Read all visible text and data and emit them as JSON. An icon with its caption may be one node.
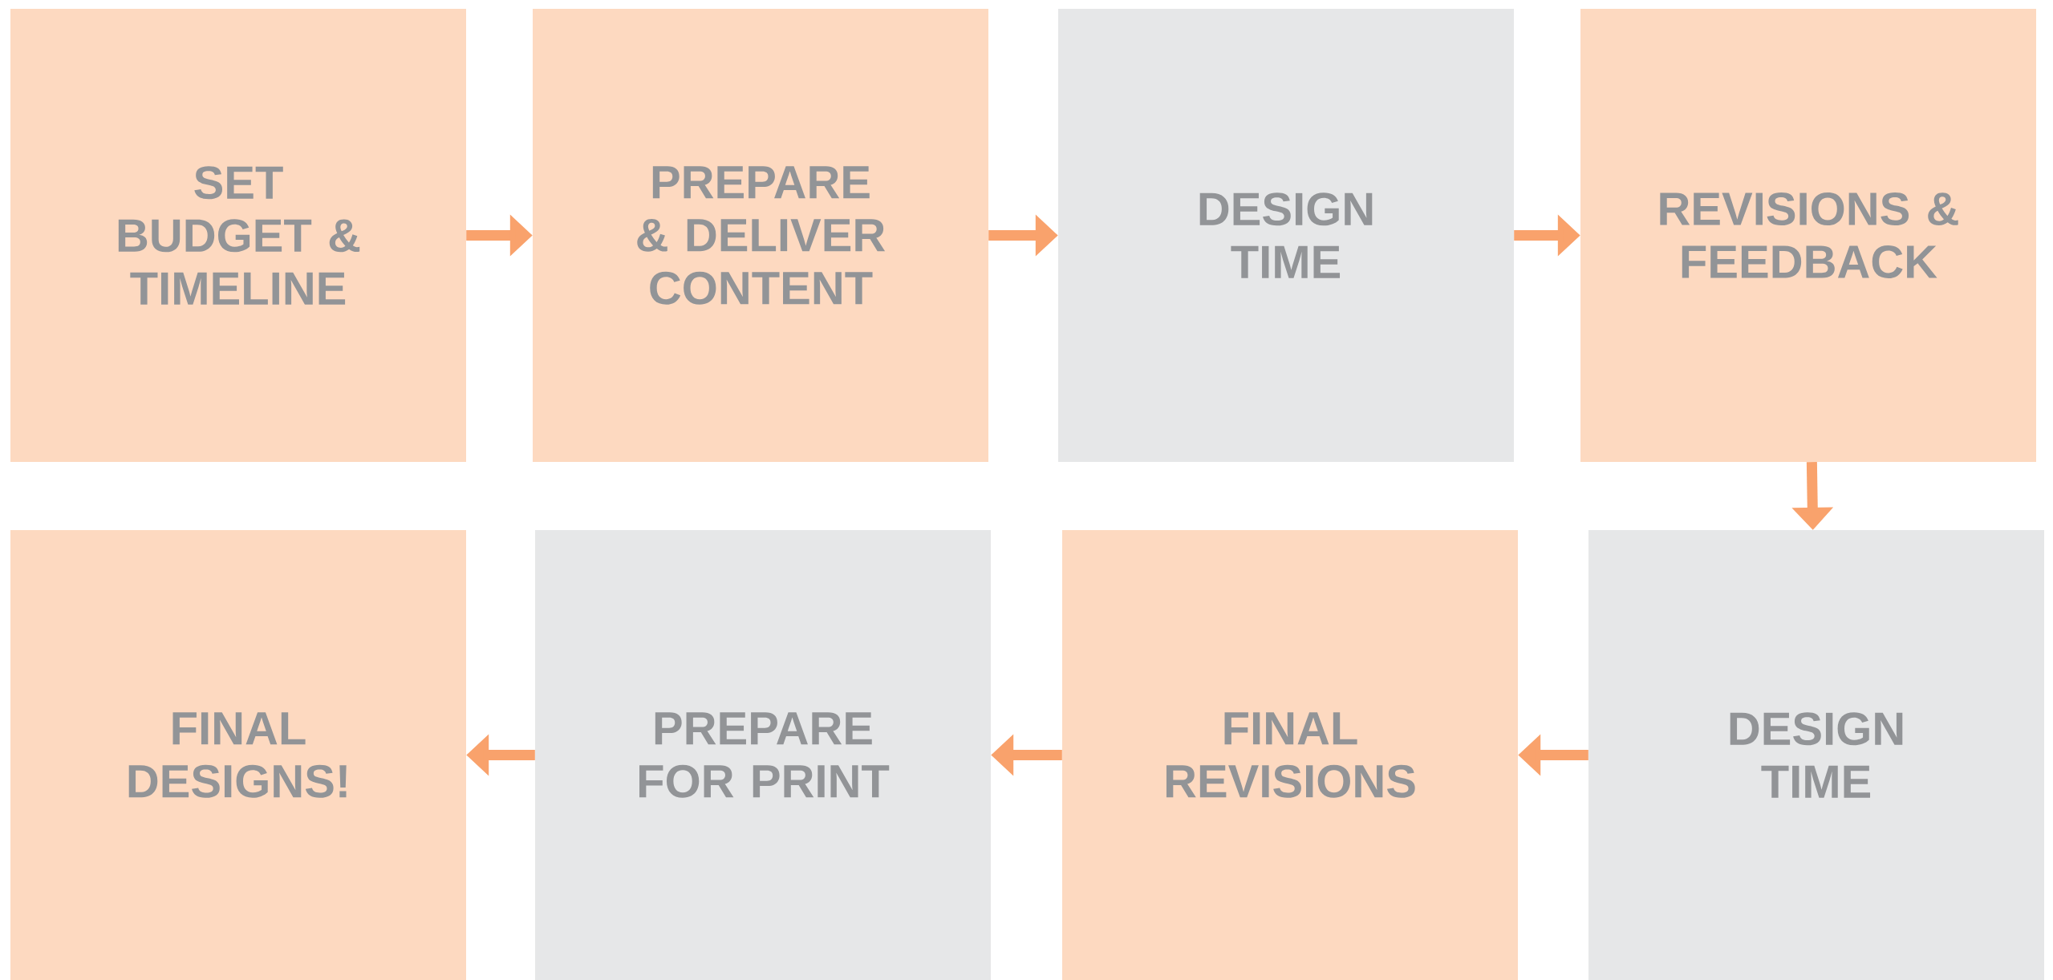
{
  "diagram": {
    "nodes": [
      {
        "text": [
          "SET BUDGET & TIMELINE"
        ]
      },
      {
        "text": [
          "PREPARE & DELIVER CONTENT"
        ]
      },
      {
        "text": [
          "DESIGN TIME"
        ]
      },
      {
        "text": [
          "REVISIONS & FEEDBACK"
        ]
      },
      {
        "text": [
          "FINAL DESIGNS!"
        ]
      },
      {
        "text": [
          "PREPARE FOR PRINT"
        ]
      },
      {
        "text": [
          "FINAL REVISIONS"
        ]
      },
      {
        "text": [
          "DESIGN TIME"
        ]
      }
    ],
    "edges": [
      {
        "from": 0,
        "to": 1,
        "arrow": "to"
      },
      {
        "from": 1,
        "to": 2,
        "arrow": "to"
      },
      {
        "from": 2,
        "to": 3,
        "arrow": "to"
      },
      {
        "from": 3,
        "to": 7,
        "arrow": "to"
      },
      {
        "from": 7,
        "to": 6,
        "arrow": "to"
      },
      {
        "from": 6,
        "to": 5,
        "arrow": "to"
      },
      {
        "from": 5,
        "to": 4,
        "arrow": "to"
      }
    ]
  }
}
